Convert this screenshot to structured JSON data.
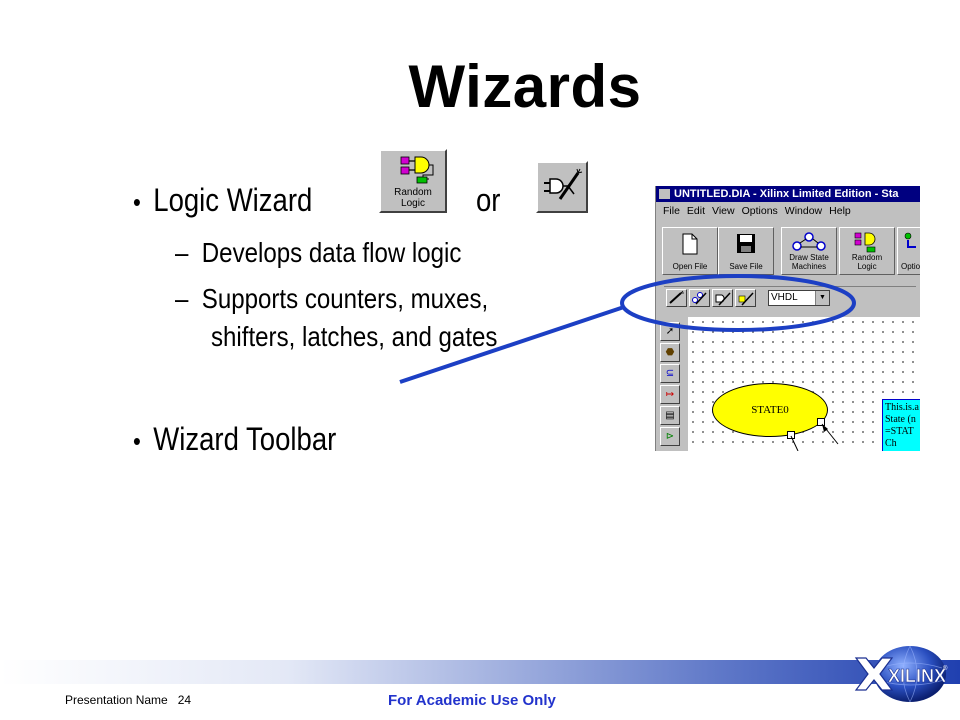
{
  "slide": {
    "title": "Wizards",
    "bullets": [
      {
        "text": "Logic Wizard",
        "connector": "or"
      },
      {
        "text": "Wizard Toolbar"
      }
    ],
    "sub_bullets": [
      {
        "dash": "–",
        "text": "Develops data flow logic"
      },
      {
        "dash": "–",
        "text": "Supports counters, muxes,",
        "text2": "shifters, latches, and gates"
      }
    ],
    "random_logic_icon": {
      "label_line1": "Random",
      "label_line2": "Logic",
      "icon": "random-logic-icon"
    },
    "wizard_icon": {
      "icon": "logic-wizard-wand-icon"
    }
  },
  "screenshot": {
    "window_title": "UNTITLED.DIA - Xilinx Limited Edition - Sta",
    "menu": [
      "File",
      "Edit",
      "View",
      "Options",
      "Window",
      "Help"
    ],
    "toolbar": [
      {
        "label": "Open File",
        "icon": "open-file-icon"
      },
      {
        "label": "Save File",
        "icon": "save-file-icon"
      },
      {
        "label1": "Draw State",
        "label2": "Machines",
        "icon": "draw-state-machines-icon"
      },
      {
        "label1": "Random",
        "label2": "Logic",
        "icon": "random-logic-icon"
      },
      {
        "label": "Optio",
        "icon": "options-icon"
      }
    ],
    "wizard_toolbar": {
      "language": "VHDL"
    },
    "state_label": "STATE0",
    "note_lines": [
      "This.is.a",
      "State (n",
      "=STAT",
      "Ch"
    ]
  },
  "footer": {
    "presentation_name": "Presentation Name",
    "page_number": "24",
    "notice": "For Academic Use Only",
    "logo_text": "XILINX",
    "logo_tm": "®"
  },
  "colors": {
    "title_bar": "#000080",
    "state_fill": "#ffff00",
    "note_fill": "#00ffff",
    "callout": "#1c3fc4",
    "notice": "#2233cc"
  }
}
